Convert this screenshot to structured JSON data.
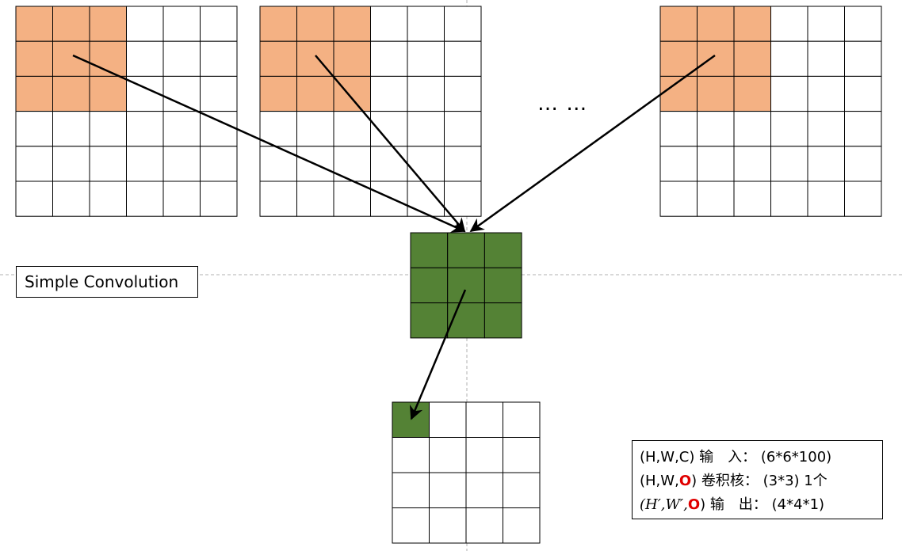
{
  "title": "Simple Convolution",
  "ellipsis": "… …",
  "colors": {
    "kernel_region": "#F4B183",
    "kernel_fill": "#548235",
    "output_cell": "#548235",
    "grid_line": "#000000",
    "accent": "#E00000"
  },
  "input": {
    "grid_rows": 6,
    "grid_cols": 6,
    "highlight_rows": 3,
    "highlight_cols": 3,
    "channels_shown": 3
  },
  "kernel": {
    "rows": 3,
    "cols": 3
  },
  "output": {
    "rows": 4,
    "cols": 4,
    "filled_row": 0,
    "filled_col": 0
  },
  "legend": {
    "row1": {
      "prefix": "(H,W,C)",
      "label": "输　入：",
      "value": "(6*6*100)"
    },
    "row2": {
      "prefix_a": "(H,W,",
      "accent": "O",
      "prefix_b": ")",
      "label": "卷积核：",
      "value": "(3*3)  1个"
    },
    "row3": {
      "prefix_math": "(H′,W′,",
      "accent": "O",
      "prefix_b": ")",
      "label": "输　出：",
      "value": "(4*4*1)"
    }
  }
}
